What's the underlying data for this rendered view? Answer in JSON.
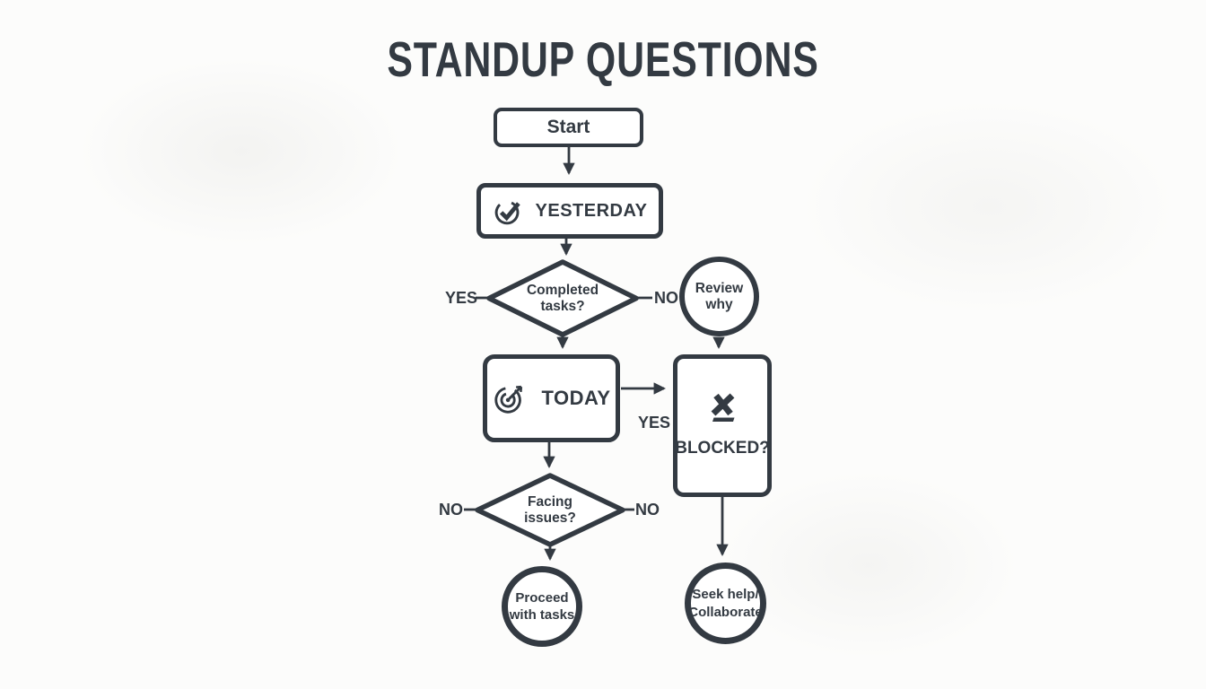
{
  "title": "STANDUP QUESTIONS",
  "palette": {
    "ink": "#333a42",
    "node_fill": "#ffffff",
    "background": "#fcfcfb"
  },
  "nodes": {
    "start": {
      "label": "Start"
    },
    "yesterday": {
      "label": "YESTERDAY",
      "icon": "check-circle-icon"
    },
    "completed_tasks": {
      "label": "Completed\ntasks?"
    },
    "review_why": {
      "label": "Review why"
    },
    "today": {
      "label": "TODAY",
      "icon": "target-icon"
    },
    "blocked": {
      "label": "BLOCKED?",
      "icon": "x-icon"
    },
    "facing_issues": {
      "label": "Facing\nissues?"
    },
    "proceed": {
      "label": "Proceed\nwith tasks"
    },
    "seek_help": {
      "label": "Seek help/\nCollaborate"
    }
  },
  "edges": {
    "completed_yes": "YES",
    "completed_no": "NO",
    "blocked_yes": "YES",
    "facing_no_left": "NO",
    "facing_no_right": "NO"
  }
}
